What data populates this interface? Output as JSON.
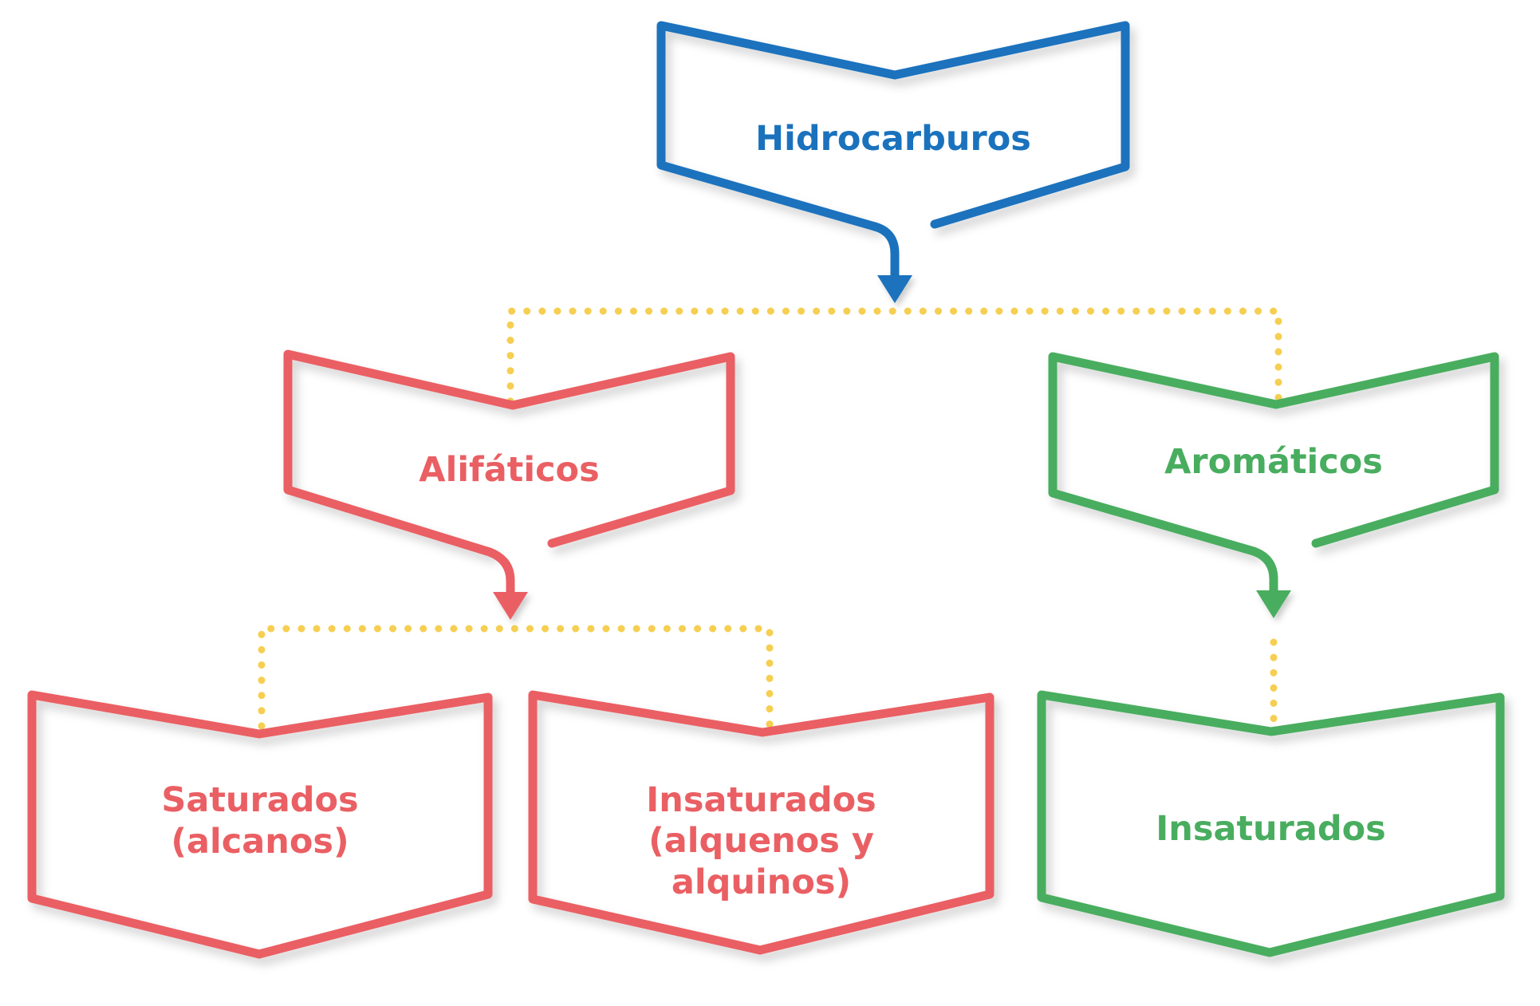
{
  "colors": {
    "blue": "#1a72bd",
    "red": "#ea5f63",
    "green": "#49ad5f",
    "dots": "#f6cf52"
  },
  "nodes": {
    "root": {
      "lines": [
        "Hidrocarburos"
      ],
      "color": "#1a72bd"
    },
    "aliphatic": {
      "lines": [
        "Alifáticos"
      ],
      "color": "#ea5f63"
    },
    "aromatic": {
      "lines": [
        "Aromáticos"
      ],
      "color": "#49ad5f"
    },
    "saturated": {
      "lines": [
        "Saturados",
        "(alcanos)"
      ],
      "color": "#ea5f63"
    },
    "unsaturated_aliphatic": {
      "lines": [
        "Insaturados",
        "(alquenos y",
        "alquinos)"
      ],
      "color": "#ea5f63"
    },
    "unsaturated_aromatic": {
      "lines": [
        "Insaturados"
      ],
      "color": "#49ad5f"
    }
  }
}
